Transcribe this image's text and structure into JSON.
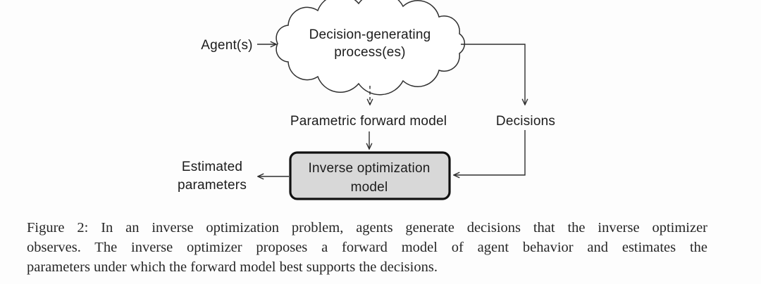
{
  "figure": {
    "nodes": {
      "agent_label": "Agent(s)",
      "cloud_line1": "Decision-generating",
      "cloud_line2": "process(es)",
      "forward_model_label": "Parametric forward model",
      "decisions_label": "Decisions",
      "box_line1": "Inverse optimization",
      "box_line2": "model",
      "output_line1": "Estimated",
      "output_line2": "parameters"
    },
    "colors": {
      "background": "#fdfdfd",
      "line": "#2f2f2f",
      "text": "#1c1c1c",
      "box_fill": "#d8d8d8",
      "box_border": "#111111",
      "caption": "#262626"
    }
  },
  "caption": {
    "label": "Figure 2:",
    "lines": [
      "Figure 2: In an inverse optimization problem, agents generate decisions that the inverse optimizer",
      "observes. The inverse optimizer proposes a forward model of agent behavior and estimates the",
      "parameters under which the forward model best supports the decisions."
    ]
  }
}
